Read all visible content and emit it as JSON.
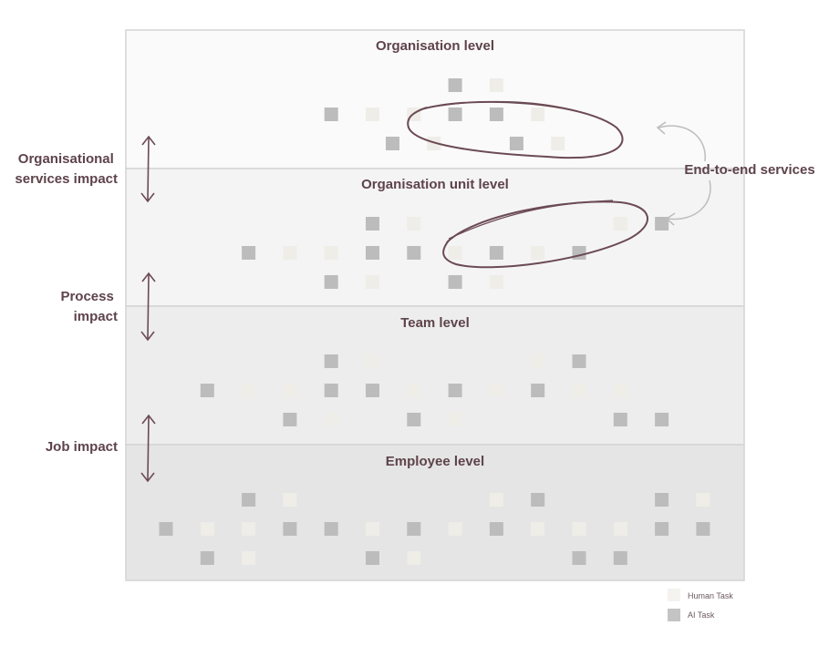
{
  "levels": [
    {
      "title": "Organisation level",
      "fill": "#fafafa",
      "rows": [
        [
          "",
          "",
          "",
          "",
          "",
          "",
          "",
          "AI",
          "H"
        ],
        [
          "",
          "",
          "",
          "",
          "AI",
          "H",
          "H",
          "AI",
          "AI",
          "H"
        ],
        [
          "",
          "",
          "",
          "",
          "",
          "AI",
          "H",
          "",
          "AI",
          "H"
        ]
      ]
    },
    {
      "title": "Organisation unit level",
      "fill": "#f4f4f4",
      "rows": [
        [
          "",
          "",
          "",
          "",
          "",
          "AI",
          "H",
          "",
          "",
          "",
          "",
          "H",
          "AI"
        ],
        [
          "",
          "",
          "AI",
          "H",
          "H",
          "AI",
          "AI",
          "H",
          "AI",
          "H",
          "AI"
        ],
        [
          "",
          "",
          "",
          "",
          "AI",
          "H",
          "",
          "AI",
          "H"
        ]
      ]
    },
    {
      "title": "Team level",
      "fill": "#ededed",
      "rows": [
        [
          "",
          "",
          "",
          "",
          "AI",
          "H",
          "",
          "",
          "",
          "H",
          "AI"
        ],
        [
          "",
          "AI",
          "H",
          "H",
          "AI",
          "AI",
          "H",
          "AI",
          "H",
          "AI",
          "H",
          "H"
        ],
        [
          "",
          "",
          "",
          "AI",
          "H",
          "",
          "AI",
          "H",
          "",
          "",
          "",
          "AI",
          "AI"
        ]
      ]
    },
    {
      "title": "Employee level",
      "fill": "#e5e5e5",
      "rows": [
        [
          "",
          "",
          "AI",
          "H",
          "",
          "",
          "",
          "",
          "H",
          "AI",
          "",
          "",
          "AI",
          "H"
        ],
        [
          "AI",
          "H",
          "H",
          "AI",
          "AI",
          "H",
          "AI",
          "H",
          "AI",
          "H",
          "H",
          "H",
          "AI",
          "AI"
        ],
        [
          "",
          "AI",
          "H",
          "",
          "",
          "AI",
          "H",
          "",
          "",
          "",
          "AI",
          "AI"
        ]
      ]
    }
  ],
  "impacts": [
    {
      "line1": "Organisational",
      "line2": "services impact"
    },
    {
      "line1": "Process",
      "line2": "impact"
    },
    {
      "line1": "Job impact",
      "line2": ""
    }
  ],
  "annotation": {
    "label": "End-to-end services"
  },
  "legend": [
    {
      "label": "Human Task",
      "color": "#f5f3ef"
    },
    {
      "label": "AI Task",
      "color": "#c4c4c4"
    }
  ],
  "colors": {
    "text": "#5e434b",
    "human": "#efede8",
    "ai": "#bcbcbc",
    "border": "#d4d4d4",
    "circle": "#6b4a54",
    "arrow": "#bdbdbd"
  }
}
